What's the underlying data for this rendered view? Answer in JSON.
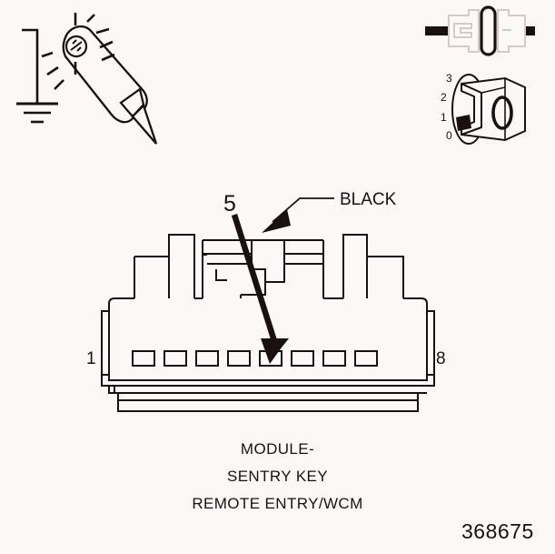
{
  "figure": {
    "number": "368675",
    "background_color": "#fdf8f8",
    "line_color": "#1a1012",
    "gray_color": "#c9bcbc"
  },
  "icons": {
    "test_light": {
      "name": "test-light-probe-icon",
      "description": "Test light probe with illuminated bulb connected to ground"
    },
    "ground_symbol": {
      "name": "ground-symbol-icon"
    },
    "disconnect_connector": {
      "name": "disconnect-connector-icon",
      "description": "Two connector halves separated"
    },
    "ignition_switch": {
      "name": "ignition-key-switch-icon",
      "positions": [
        "3",
        "2",
        "1",
        "0"
      ],
      "key_glyph": "0"
    }
  },
  "callouts": {
    "wire_color": "BLACK",
    "cavity_number": "5"
  },
  "connector": {
    "pin_first": "1",
    "pin_last": "8",
    "cavity_count": 8,
    "highlighted_cavity": 5
  },
  "caption": {
    "line1": "MODULE-",
    "line2": "SENTRY KEY",
    "line3": "REMOTE ENTRY/WCM"
  }
}
